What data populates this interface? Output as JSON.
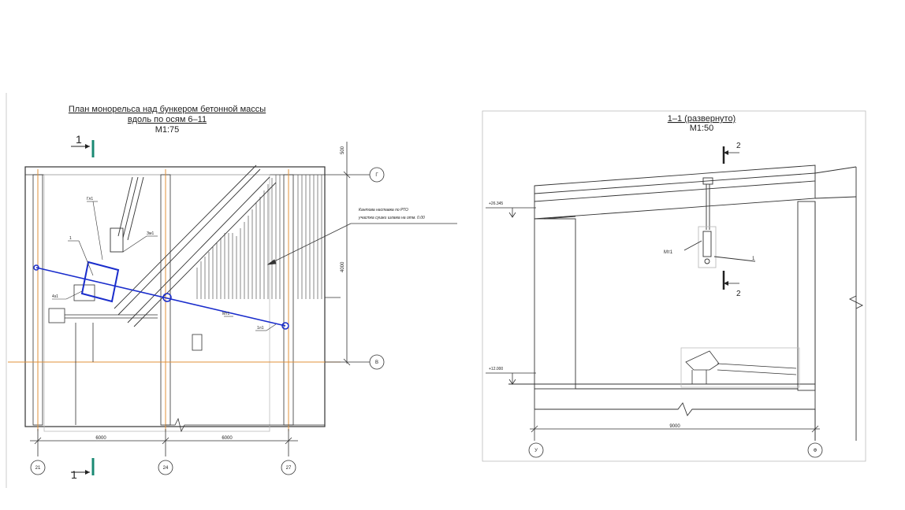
{
  "plan": {
    "title_line1": "План монорельса над бункером бетонной массы",
    "title_line2": "вдоль по осям 6–11",
    "scale": "М1:75",
    "section_mark_top": "1",
    "section_mark_bottom": "1",
    "dim_top_right": "500",
    "dim_right_vertical": "4000",
    "dim_bottom_left": "6000",
    "dim_bottom_right": "6000",
    "axis_top_right": "Г",
    "axis_mid_right": "В",
    "axis_bottom": [
      "21",
      "24",
      "27"
    ],
    "annotation_note_line1": "Кантова наставка по РТО",
    "annotation_note_line2": "участка сушки шлама на отм. 0.00",
    "callout_top": "Гл1",
    "callout_one": "1",
    "callout_mid": "Зм1",
    "callout_left": "4з1",
    "callout_rail": "Мт1",
    "callout_end": "1л1"
  },
  "section": {
    "title": "1–1 (развернуто)",
    "scale": "М1:50",
    "mark_top": "2",
    "mark_bottom": "2",
    "elev_top": "+26.345",
    "elev_bottom": "+12.000",
    "callout_hoist": "Мт1",
    "callout_one": "1",
    "dim_bottom": "9000",
    "axis_left": "У",
    "axis_right": "Ф"
  },
  "colors": {
    "line": "#333333",
    "hatch": "#555555",
    "blue": "#1a2dcc",
    "axis_orange": "#e0913a",
    "section_green": "#1a8a73",
    "frame": "#bbbbbb"
  }
}
